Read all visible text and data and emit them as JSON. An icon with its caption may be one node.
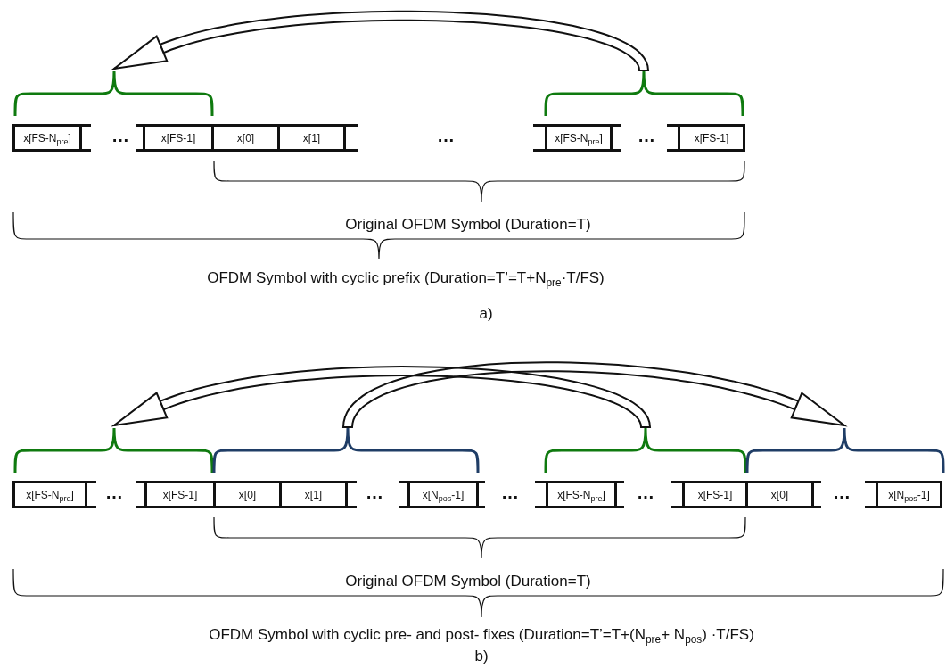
{
  "diagram": {
    "nodes": [
      {
        "text": [],
        "shape": "brace"
      },
      {
        "text": [],
        "shape": "brace"
      },
      {
        "text": [
          "x[FS-N$_{pre}$]"
        ]
      },
      {
        "text": [
          "x[FS-1]"
        ]
      },
      {
        "text": [
          "x[0]"
        ]
      },
      {
        "text": [
          "x[1]"
        ]
      },
      {
        "text": [
          "x[FS-N$_{pre}$]"
        ]
      },
      {
        "text": [
          "x[FS-1]"
        ]
      },
      {
        "text": [],
        "shape": "brace"
      },
      {
        "text": [],
        "shape": "brace"
      },
      {
        "text": [],
        "shape": "brace"
      },
      {
        "text": [],
        "shape": "brace"
      },
      {
        "text": [
          "x[FS-N$_{pre}$]"
        ]
      },
      {
        "text": [
          "x[FS-1]"
        ]
      },
      {
        "text": [
          "x[0]"
        ]
      },
      {
        "text": [
          "x[1]"
        ]
      },
      {
        "text": [
          "x[N$_{pos}$-1]"
        ]
      },
      {
        "text": [
          "x[FS-N$_{pre}$]"
        ]
      },
      {
        "text": [
          "x[FS-1]"
        ]
      },
      {
        "text": [
          "x[0]"
        ]
      },
      {
        "text": [
          "x[N$_{pos}$-1]"
        ]
      }
    ],
    "edges": [
      {
        "from": 1,
        "to": 0,
        "arrow": "to"
      },
      {
        "from": 10,
        "to": 8,
        "arrow": "to"
      },
      {
        "from": 9,
        "to": 11,
        "arrow": "to"
      }
    ],
    "labels": [
      "…",
      "…",
      "…",
      "Original OFDM Symbol (Duration=T)",
      "OFDM Symbol with cyclic prefix (Duration=T’=T+N$_{pre}$·T/FS)",
      "a)",
      "…",
      "…",
      "…",
      "…",
      "…",
      "Original OFDM Symbol (Duration=T)",
      "OFDM Symbol with cyclic pre- and post- fixes (Duration=T’=T+(N$_{pre}$+ N$_{pos}$) ·T/FS)",
      "b)"
    ]
  }
}
